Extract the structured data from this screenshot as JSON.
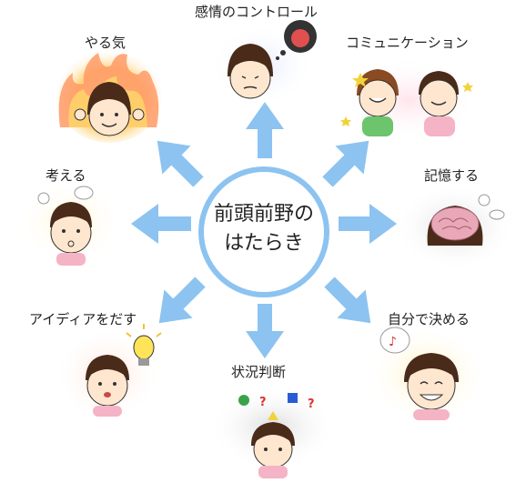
{
  "center": {
    "line1": "前頭前野の",
    "line2": "はたらき"
  },
  "nodes": [
    {
      "id": "emotion",
      "label": "感情のコントロール",
      "icon": "angry-thought-face-icon"
    },
    {
      "id": "motivation",
      "label": "やる気",
      "icon": "fire-motivation-face-icon"
    },
    {
      "id": "communication",
      "label": "コミュニケーション",
      "icon": "two-kids-waving-icon"
    },
    {
      "id": "thinking",
      "label": "考える",
      "icon": "thinking-face-icon"
    },
    {
      "id": "memory",
      "label": "記憶する",
      "icon": "brain-head-icon"
    },
    {
      "id": "ideas",
      "label": "アイディアをだす",
      "icon": "lightbulb-face-icon"
    },
    {
      "id": "decide",
      "label": "自分で決める",
      "icon": "music-note-smile-icon"
    },
    {
      "id": "judgment",
      "label": "状況判断",
      "icon": "shapes-question-face-icon"
    }
  ],
  "colors": {
    "arrow": "#8cc3f0",
    "ring": "#8cc3f0"
  }
}
